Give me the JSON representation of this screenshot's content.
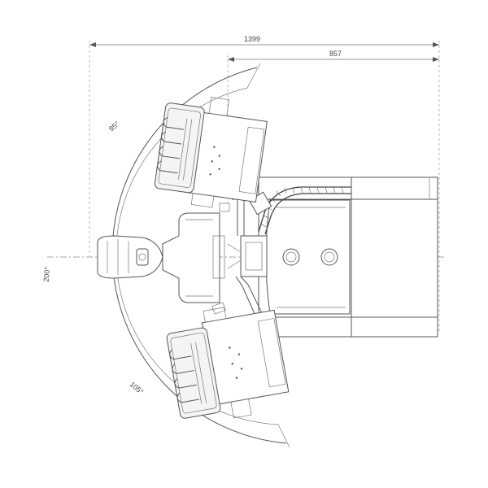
{
  "dimensions": {
    "overall_width": "1399",
    "chair_length": "857",
    "total_angle": "200°",
    "upper_angle": "95°",
    "lower_angle": "105°"
  },
  "colors": {
    "line": "#555555",
    "background": "#ffffff"
  }
}
